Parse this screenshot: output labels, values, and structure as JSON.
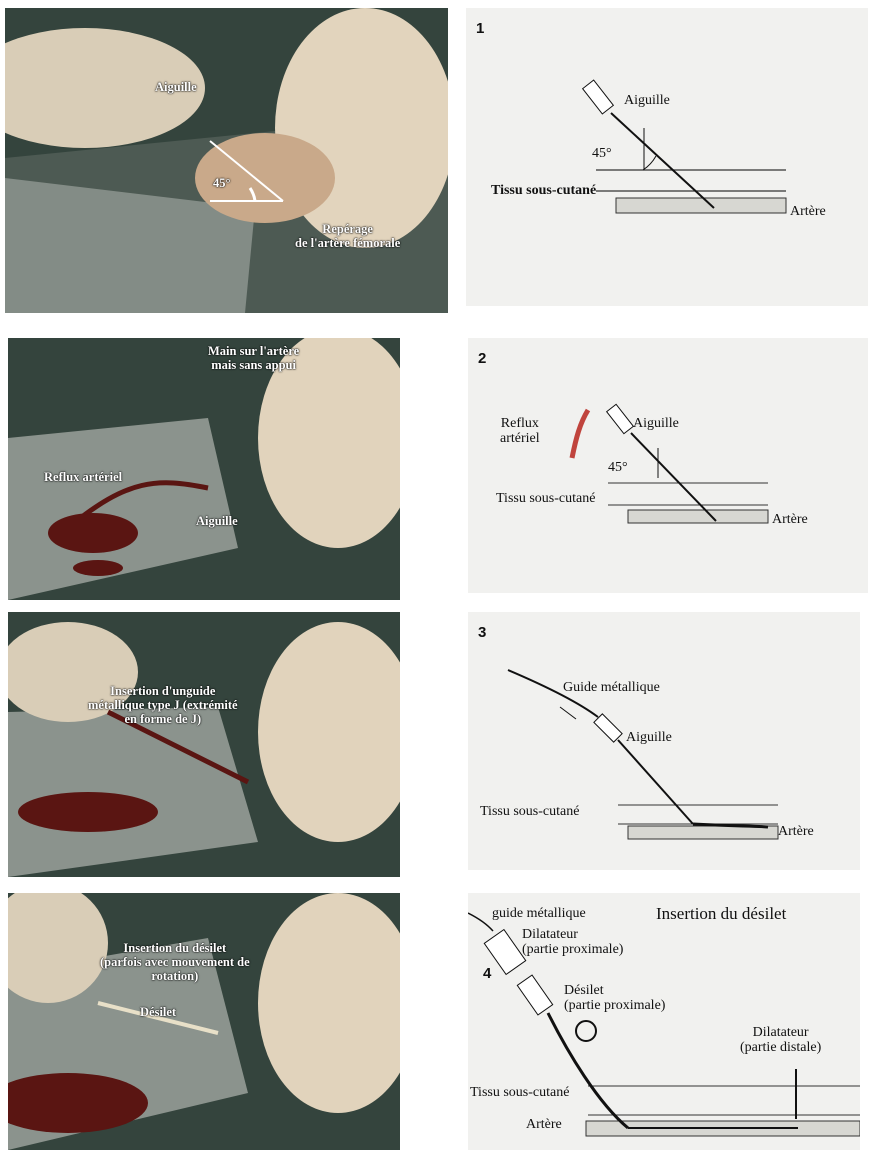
{
  "panels": [
    {
      "photo": {
        "labels": {
          "aiguille": "Aiguille",
          "angle": "45°",
          "reperage": "Repérage\nde l'artère fémorale"
        }
      },
      "diagram": {
        "number": "1",
        "labels": {
          "aiguille": "Aiguille",
          "angle": "45°",
          "tissu": "Tissu sous-cutané",
          "artere": "Artère"
        }
      }
    },
    {
      "photo": {
        "labels": {
          "main": "Main sur l'artère\nmais sans appui",
          "reflux": "Reflux artériel",
          "aiguille": "Aiguille"
        }
      },
      "diagram": {
        "number": "2",
        "labels": {
          "reflux": "Reflux\nartériel",
          "aiguille": "Aiguille",
          "angle": "45°",
          "tissu": "Tissu sous-cutané",
          "artere": "Artère"
        }
      }
    },
    {
      "photo": {
        "labels": {
          "insertion": "Insertion d'unguide\nmétallique type J (extrémité\nen forme de J)"
        }
      },
      "diagram": {
        "number": "3",
        "labels": {
          "guide": "Guide métallique",
          "aiguille": "Aiguille",
          "tissu": "Tissu sous-cutané",
          "artere": "Artère"
        }
      }
    },
    {
      "photo": {
        "labels": {
          "insertion": "Insertion du désilet\n(parfois avec mouvement de\nrotation)",
          "desilet": "Désilet"
        }
      },
      "diagram": {
        "number": "4",
        "labels": {
          "guide": "guide métallique",
          "title": "Insertion du désilet",
          "dilat_prox": "Dilatateur\n(partie proximale)",
          "desilet_prox": "Désilet\n(partie proximale)",
          "dilat_dist": "Dilatateur\n(partie distale)",
          "tissu": "Tissu sous-cutané",
          "artere": "Artère"
        }
      }
    }
  ],
  "colors": {
    "blood": "#5a1512",
    "drape": "#7a847f",
    "glove": "#d8c6a6",
    "skin": "#c9a98a",
    "red_reflux": "#c0443d"
  }
}
